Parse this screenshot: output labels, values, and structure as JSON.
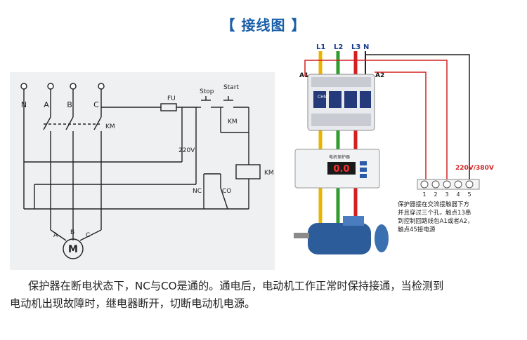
{
  "title": "【 接线图 】",
  "schematic": {
    "terminals": [
      "N",
      "A",
      "B",
      "C"
    ],
    "fuse": "FU",
    "stop": "Stop",
    "start": "Start",
    "km": "KM",
    "km_aux": "KM",
    "km_coil": "KM",
    "voltage": "220V",
    "nc": "NC",
    "co": "CO",
    "motor_phases": [
      "A",
      "B",
      "C"
    ],
    "motor": "M"
  },
  "wiring": {
    "lines": [
      "L1",
      "L2",
      "L3",
      "N"
    ],
    "a1": "A1",
    "a2": "A2",
    "brand": "CHNT",
    "protector_label": "电机保护器",
    "display_value": "0.0",
    "voltage_label": "220V/380V",
    "terminal_numbers": [
      "1",
      "2",
      "3",
      "4",
      "5"
    ],
    "note": [
      "保护器接在交流接触器下方",
      "并且穿过三个孔，触点13串",
      "到控制回路线包A1或者A2，",
      "触点45接电源"
    ],
    "colors": {
      "L1": "#e8b400",
      "L2": "#2f9e2f",
      "L3": "#d42020",
      "N": "#222222"
    }
  },
  "caption": {
    "line1": "保护器在断电状态下，NC与CO是通的。通电后，电动机工作正常时保持接通，当检测到",
    "line2": "电动机出现故障时，继电器断开，切断电动机电源。"
  }
}
